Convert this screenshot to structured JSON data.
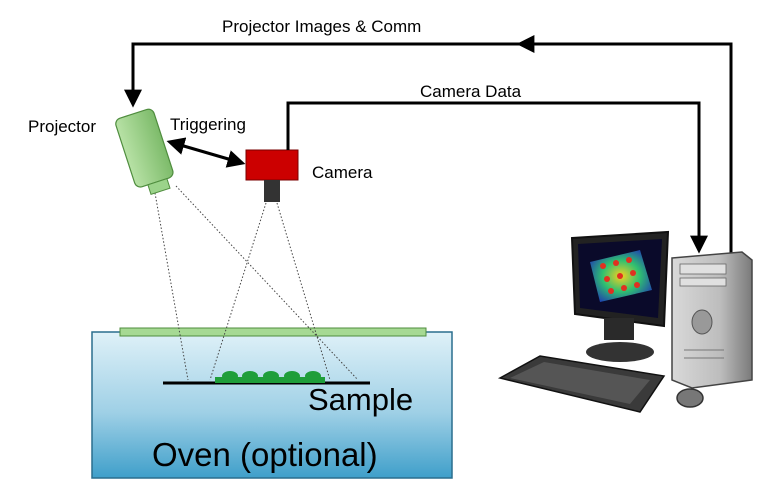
{
  "labels": {
    "projector_comm": "Projector Images & Comm",
    "camera_data": "Camera Data",
    "projector": "Projector",
    "triggering": "Triggering",
    "camera": "Camera",
    "sample": "Sample",
    "oven": "Oven (optional)"
  },
  "colors": {
    "projector_body": "#9bd38a",
    "camera_body": "#cc0000",
    "oven_top": "#c3e5f2",
    "oven_bottom": "#4aa8cf",
    "sample_green": "#1f9e3a",
    "lid": "#a6d993",
    "monitor_surface_high": "#e03020",
    "monitor_surface_low": "#2050c0"
  },
  "icons": [
    "projector-icon",
    "camera-icon",
    "computer-tower-icon",
    "monitor-icon",
    "keyboard-icon",
    "mouse-icon"
  ]
}
